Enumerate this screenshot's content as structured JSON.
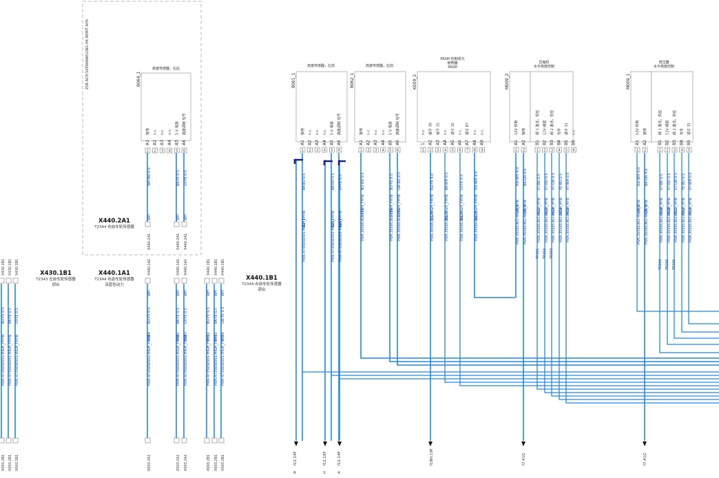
{
  "frame": {
    "title": "ZSB ACH-SVERKABELUNG HA REMIT AHS"
  },
  "connectors": [
    {
      "id": "x440_2a1",
      "name": "X440.2A1",
      "desc": "T2344 右前车轮传感器"
    },
    {
      "id": "x430_1b1",
      "name": "X430.1B1",
      "desc": "T2343 左前车轮传感器",
      "desc2": "调合"
    },
    {
      "id": "x440_1a1",
      "name": "X440.1A1",
      "desc": "T2344 右前车轮传感器",
      "desc2": "深蓝色动力"
    },
    {
      "id": "x440_1b1",
      "name": "X440.1B1",
      "desc": "T2344 右前车轮传感器",
      "desc2": "调合"
    }
  ],
  "components": [
    {
      "id": "b064_1",
      "name": "B064_1",
      "title": "高度传感器，右后",
      "pins": [
        "A1",
        "A2",
        "A3",
        "A4",
        "A5",
        "A6"
      ],
      "functions": [
        "接地",
        "n.c.",
        "n.c.",
        "n.c.",
        "5 V 电源",
        "高度调制 信号"
      ],
      "wire_labels": [
        "WH-BU 0.5",
        "BK-YE 0.5",
        "GY-YE 0.5"
      ]
    },
    {
      "id": "b061_1",
      "name": "B061_1",
      "title": "高度传感器，左前",
      "pins": [
        "A1",
        "A2",
        "A3",
        "A4",
        "A5",
        "A6"
      ],
      "functions": [
        "接地",
        "n.c.",
        "n.c.",
        "n.c.",
        "5 V 电源",
        "高度调制 信号"
      ],
      "wire_labels": [
        "BK-BU 0.5",
        "BK-RD 0.5",
        "GY-YE 0.5"
      ]
    },
    {
      "id": "b062_1",
      "name": "B062_1",
      "title": "高度传感器，右前",
      "pins": [
        "A1",
        "A2",
        "A3",
        "A4",
        "A5",
        "A6"
      ],
      "functions": [
        "接地",
        "n.c.",
        "n.c.",
        "n.c.",
        "5 V 电源",
        "高度调制 信号"
      ],
      "wire_labels": [
        "BU-RD 0.5",
        "BU-YE 0.5",
        "GN-RD 0.5"
      ]
    },
    {
      "id": "k009_2",
      "name": "K009_2",
      "title": "PASM 控制单元",
      "title2": "继电器",
      "title3": "PASM",
      "pins": [
        "1",
        "A2",
        "A3",
        "A4",
        "A5",
        "A6",
        "A7",
        "A8",
        "A9"
      ],
      "functions": [
        "n.c.",
        "端子 30",
        "端子 15",
        "n.c.",
        "端子 15",
        "n.c.",
        "端子 87",
        "n.c.",
        "n.c."
      ],
      "wire_labels": [
        "RD-YE 4.0",
        "BK-WH 0.5",
        "GY-YE 0.5",
        "RD-WH 4.0"
      ]
    },
    {
      "id": "m009_2",
      "name": "M009_2",
      "title": "压缩机",
      "title2": "水平高度控制",
      "pins": [
        "A1",
        "A2"
      ],
      "functions": [
        "12V 供电",
        "接地"
      ],
      "wire_labels": [
        "RD-WH 4.0",
        "BK-GN 4.0"
      ]
    },
    {
      "id": "valve_block_r",
      "name": "",
      "title": "",
      "pins": [
        "B1",
        "B2",
        "B3",
        "B4",
        "B5",
        "B6"
      ],
      "functions": [
        "阀 1 激活，供应",
        "12V 阀组",
        "阀 2 激活，供应",
        "信号",
        "端子 31",
        "n.c."
      ],
      "wire_labels": [
        "VT-BK 0.5",
        "VT-RD 0.5",
        "VT-GN 0.5",
        "YE-BU 0.5",
        "VT-WH 0.5"
      ]
    },
    {
      "id": "m009_1",
      "name": "M009_1",
      "title": "增压器",
      "title2": "水平高度控制",
      "pins": [
        "A1",
        "A2"
      ],
      "functions": [
        "12V 供电",
        "接地"
      ],
      "wire_labels": [
        "RD-WH 4.0",
        "BK-GN 4.0"
      ]
    },
    {
      "id": "valve_block_l",
      "name": "",
      "title": "",
      "pins": [
        "B1",
        "B2",
        "B3",
        "B4",
        "B5"
      ],
      "functions": [
        "阀 1 激活，供应",
        "12V 阀组",
        "阀 2 激活，供应",
        "信号",
        "端子 31"
      ],
      "wire_labels": [
        "VT-BK 0.5",
        "VT-RD 0.5",
        "VT-GN 0.5",
        "YE-BU 0.5",
        "VT-WH 0.5"
      ]
    }
  ],
  "wire_sets": {
    "a": "HVR.35565361-HIGH_FHYB",
    "b": "HVR.4735656501-HIGH_FHYB",
    "c": "HVR.35565361-HIGH_HYB"
  },
  "wire_ids": {
    "b061": [
      "0071",
      "0132",
      "0141"
    ],
    "b062": [
      "0133",
      "0134",
      "0136"
    ],
    "k009": [
      "1020",
      "0921",
      "0922",
      "0923"
    ],
    "m009_2": [
      "7003",
      "0978"
    ],
    "valves_r": [
      "7001",
      "7002",
      "7003",
      "7004",
      "7005"
    ],
    "m009_1": [
      "7008",
      "0978"
    ],
    "valves_l": [
      "7009",
      "7010",
      "7011",
      "7012",
      "7013"
    ],
    "lower_a": [
      "0044",
      "0042",
      "0043"
    ],
    "lower_b": [
      "0732",
      "0733",
      "0734"
    ]
  },
  "bottom_refs": [
    "f12.14F",
    "f12.16F",
    "f12.14F",
    "f18H.19F",
    "f7.41G",
    "f7.41G"
  ],
  "bottom_conns": [
    "X003.2A1",
    "X003.2A1",
    "X003.2A1",
    "X003.2B1",
    "X003.2B1",
    "X003.2B1",
    "X003.2B1"
  ],
  "top_conns": [
    "X440.2A1",
    "X440.2A1",
    "X440.2A1",
    "X440.1A1",
    "X440.1A1",
    "X440.1A1",
    "X440.1B1",
    "X440.1B1",
    "X440.1B1",
    "X430.1B1",
    "X430.1B1",
    "X430.1B1"
  ],
  "splices": [
    "TP201",
    "TP202",
    "TP203",
    "TP204",
    "TP205",
    "TP206"
  ],
  "edge_letters": [
    "R",
    "S",
    "4"
  ],
  "colors": {
    "wire": "#1e88e5",
    "bridge": "#1a237e",
    "frame": "#b8b8b8"
  }
}
